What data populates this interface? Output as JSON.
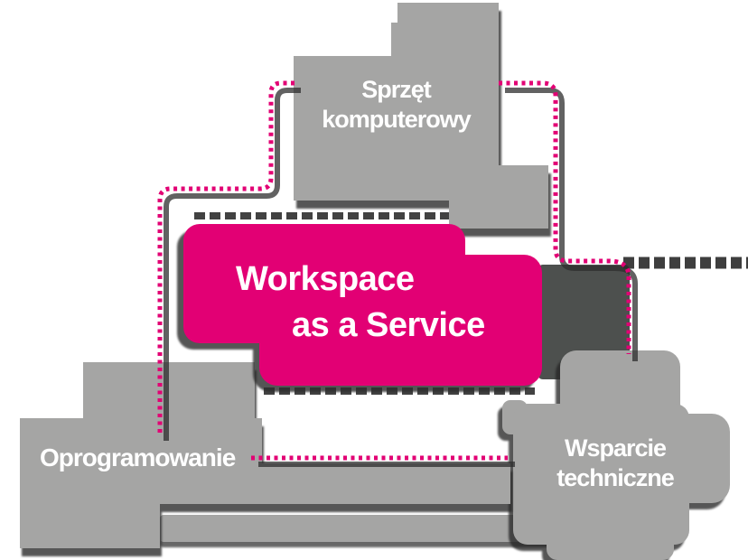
{
  "diagram": {
    "title": "Workspace as a Service",
    "center_piece": {
      "line1": "Workspace",
      "line2": "as a Service"
    },
    "top_piece": {
      "line1": "Sprzęt",
      "line2": "komputerowy"
    },
    "bottom_left_piece": {
      "label": "Oprogramowanie"
    },
    "bottom_right_piece": {
      "line1": "Wsparcie",
      "line2": "techniczne"
    },
    "colors": {
      "magenta": "#e20074",
      "piece-gray": "#a5a5a4",
      "dark-gray": "#4d504e",
      "shadow": "#2e2e2e",
      "label-text": "#ffffff",
      "background": "#ffffff"
    }
  }
}
